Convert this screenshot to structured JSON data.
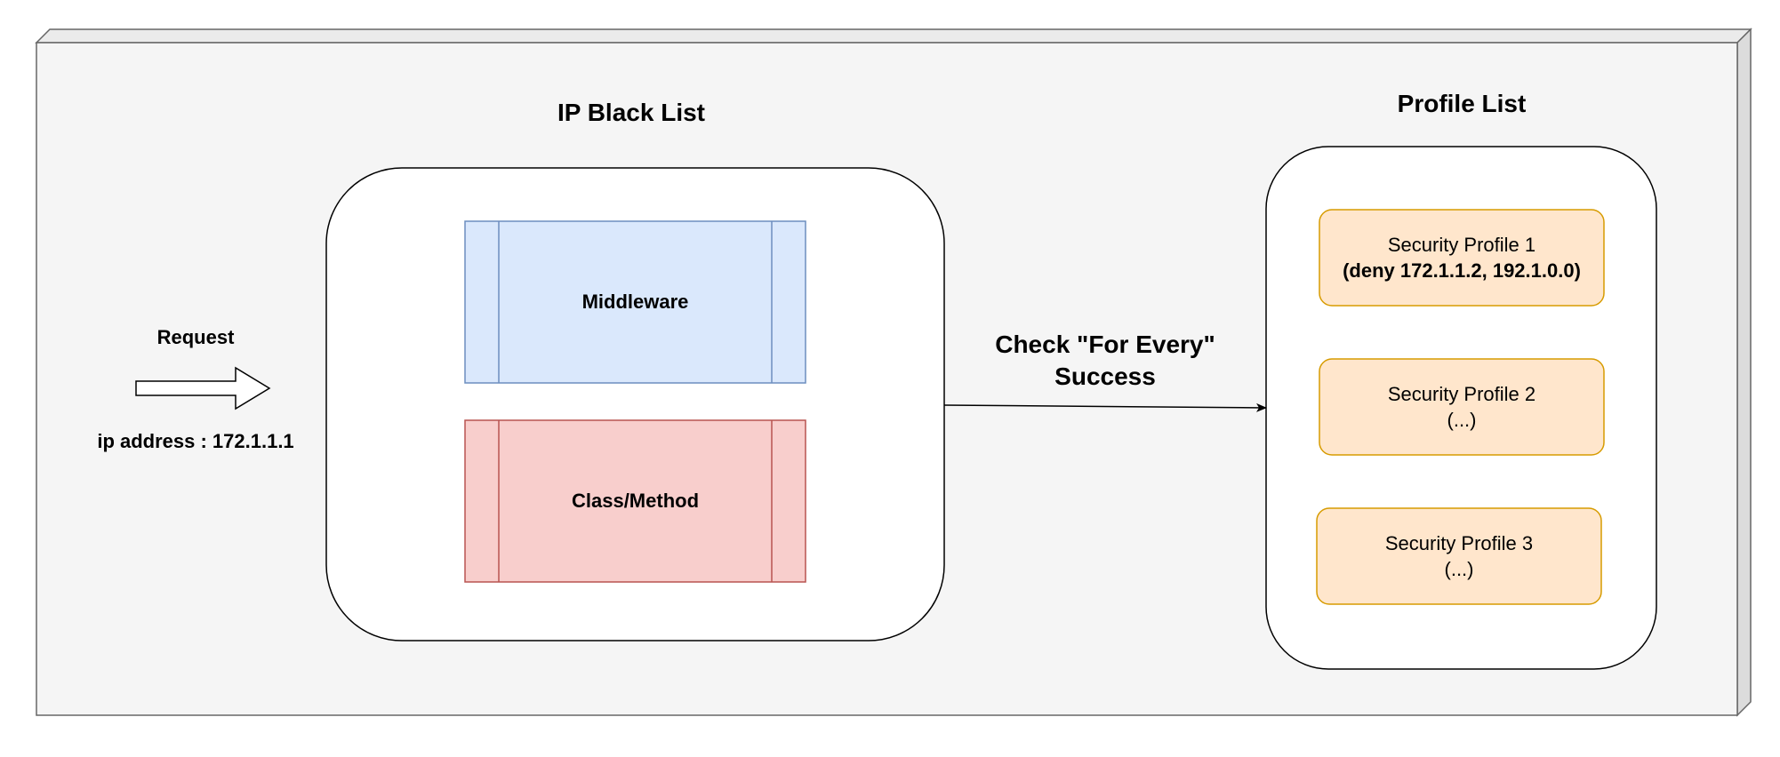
{
  "request": {
    "label": "Request",
    "ip_label": "ip address : 172.1.1.1"
  },
  "blacklist": {
    "title": "IP Black List",
    "middleware_label": "Middleware",
    "class_method_label": "Class/Method"
  },
  "connector": {
    "line1": "Check \"For Every\"",
    "line2": "Success"
  },
  "profiles": {
    "title": "Profile List",
    "items": [
      {
        "name": "Security Profile 1",
        "detail": "(deny 172.1.1.2, 192.1.0.0)"
      },
      {
        "name": "Security Profile 2",
        "detail": "(...)"
      },
      {
        "name": "Security Profile 3",
        "detail": "(...)"
      }
    ]
  },
  "colors": {
    "background_panel": "#f5f5f5",
    "panel_border": "#666666",
    "container_fill": "#ffffff",
    "middleware_fill": "#dae8fc",
    "middleware_border": "#6c8ebf",
    "class_method_fill": "#f8cecc",
    "class_method_border": "#b85450",
    "profile_fill": "#ffe6cc",
    "profile_border": "#d79b00"
  }
}
